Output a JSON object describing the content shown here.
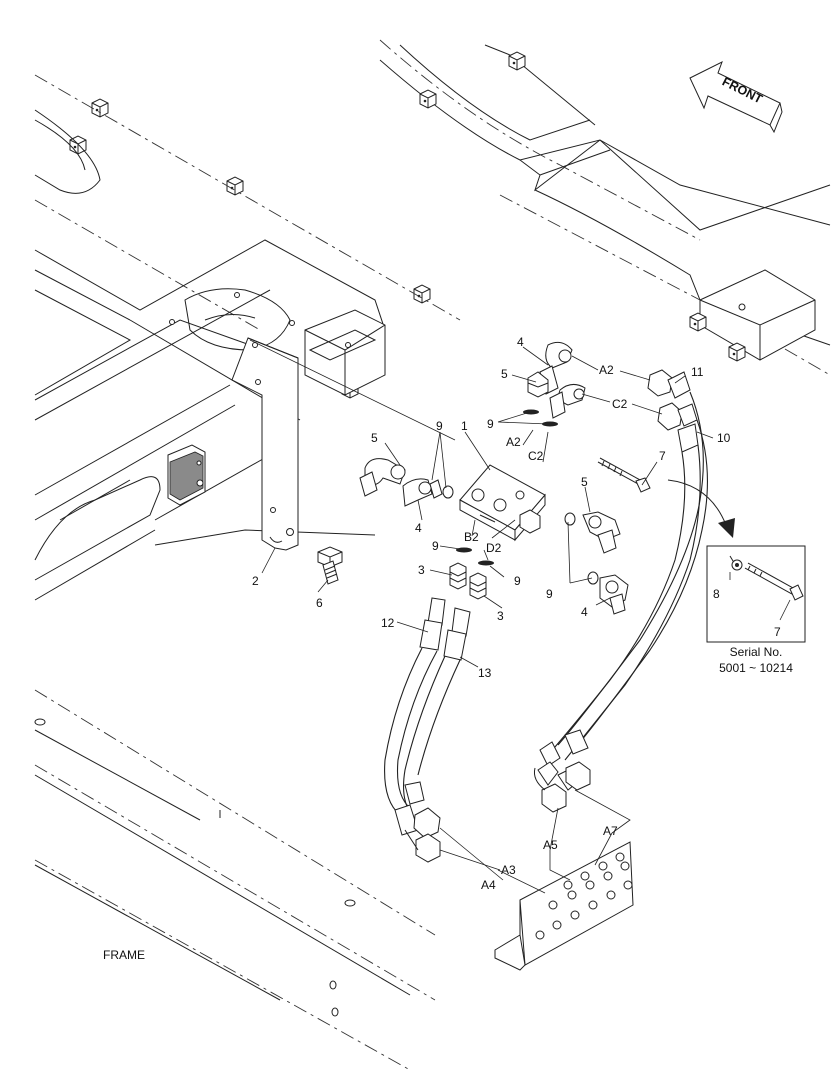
{
  "diagram": {
    "direction_label": "FRONT",
    "frame_label": "FRAME",
    "inset": {
      "serial_label": "Serial No.",
      "serial_range": "5001 ~ 10214",
      "callouts": [
        "8",
        "7"
      ]
    },
    "callouts": {
      "c1": "1",
      "c2": "2",
      "c3a": "3",
      "c3b": "3",
      "c4a": "4",
      "c4b": "4",
      "c4c": "4",
      "c5a": "5",
      "c5b": "5",
      "c5c": "5",
      "c6": "6",
      "c7": "7",
      "c9a": "9",
      "c9b": "9",
      "c9c": "9",
      "c9d": "9",
      "c9e": "9",
      "c10": "10",
      "c11": "11",
      "c12": "12",
      "c13": "13"
    },
    "port_labels": {
      "a2_top": "A2",
      "c2_top": "C2",
      "a2_valve": "A2",
      "c2_valve": "C2",
      "b2": "B2",
      "d2": "D2",
      "a3": "A3",
      "a4": "A4",
      "a5": "A5",
      "a7": "A7"
    }
  }
}
